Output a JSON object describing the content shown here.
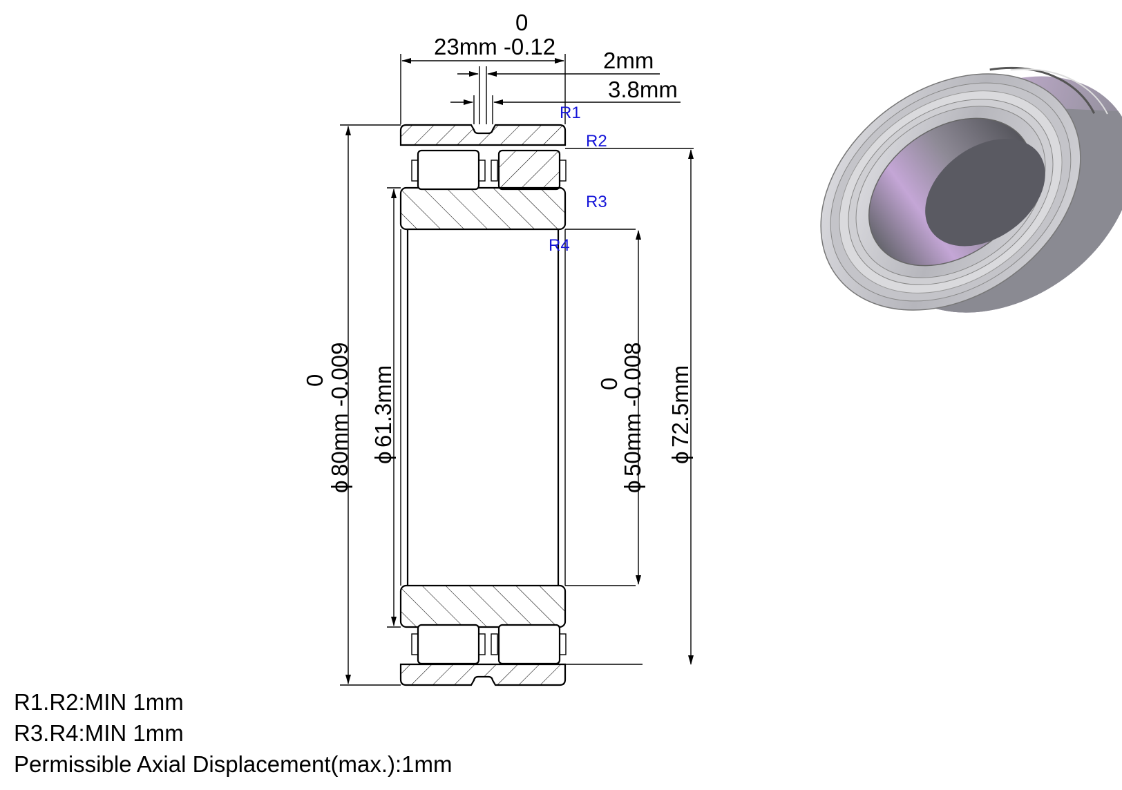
{
  "dimensions": {
    "width_label": "23mm -0.12",
    "width_tol_upper": "0",
    "groove_width": "2mm",
    "groove_offset": "3.8mm",
    "outer_diameter": "80mm -0.009",
    "outer_tol_upper": "0",
    "inner_ring_outer_diameter": "61.3mm",
    "bore_diameter": "50mm -0.008",
    "bore_tol_upper": "0",
    "outer_ring_inner_diameter": "72.5mm",
    "diameter_symbol": "ϕ"
  },
  "radius_labels": {
    "r1": "R1",
    "r2": "R2",
    "r3": "R3",
    "r4": "R4"
  },
  "notes": [
    "R1.R2:MIN 1mm",
    "R3.R4:MIN 1mm",
    "Permissible Axial Displacement(max.):1mm"
  ],
  "colors": {
    "radius_label": "#1414d8",
    "line": "#000000",
    "render_body": "#9a9aa6",
    "render_highlight": "#c8a8d8"
  }
}
